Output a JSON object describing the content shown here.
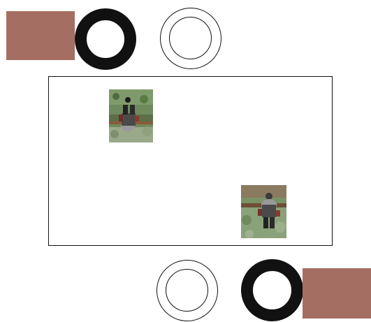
{
  "colors": {
    "tile": "#a56e62",
    "ring": "#111111",
    "panel_border": "#111111",
    "background": "#ffffff"
  },
  "elements": {
    "tile_top_left": {
      "icon": "color-swatch"
    },
    "tile_bottom_right": {
      "icon": "color-swatch"
    },
    "ring_thick_top": {
      "icon": "thick-ring-icon"
    },
    "ring_thick_bottom": {
      "icon": "thick-ring-icon"
    },
    "ring_double_top": {
      "icon": "double-circle-icon"
    },
    "ring_double_bottom": {
      "icon": "double-circle-icon"
    }
  },
  "panel": {
    "thumbnails": [
      {
        "subject": "person-in-field-photo",
        "orientation": "upside-down"
      },
      {
        "subject": "person-in-field-photo",
        "orientation": "upright"
      }
    ]
  }
}
